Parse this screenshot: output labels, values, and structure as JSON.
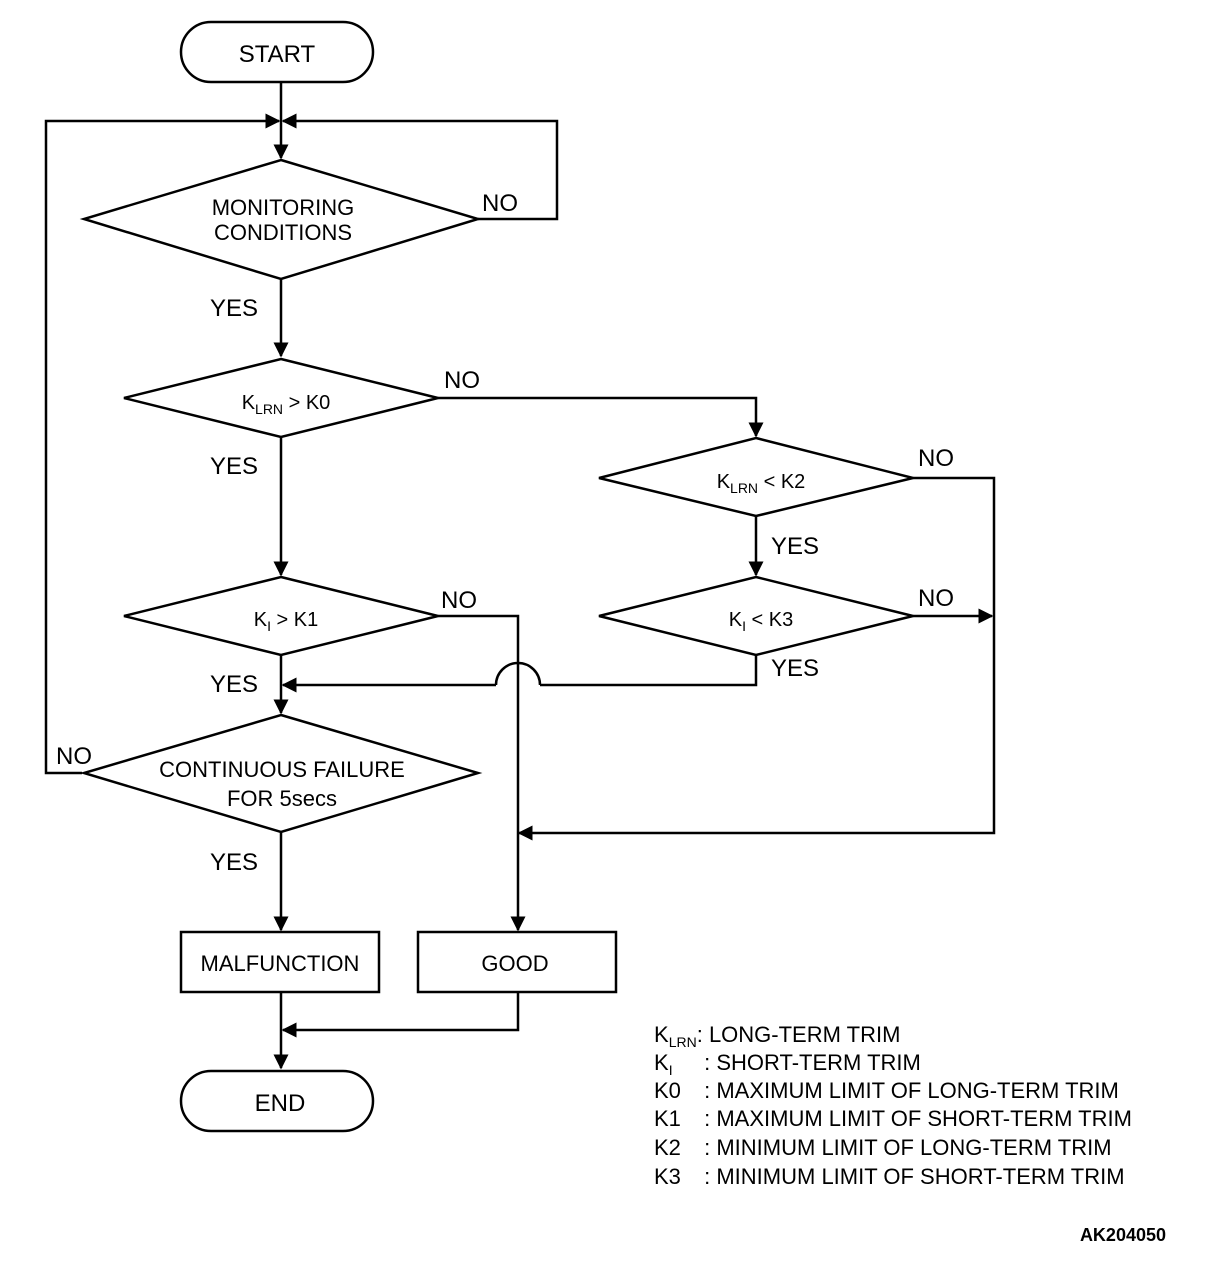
{
  "nodes": {
    "start": "START",
    "monitoring": [
      "MONITORING",
      "CONDITIONS"
    ],
    "klrn_k0": {
      "var": "K",
      "sub": "LRN",
      "rest": " > K0"
    },
    "ki_k1": {
      "var": "K",
      "sub": "I",
      "rest": " > K1"
    },
    "klrn_k2": {
      "var": "K",
      "sub": "LRN",
      "rest": " < K2"
    },
    "ki_k3": {
      "var": "K",
      "sub": "I",
      "rest": " < K3"
    },
    "continuous": [
      "CONTINUOUS FAILURE",
      "FOR 5secs"
    ],
    "malfunction": "MALFUNCTION",
    "good": "GOOD",
    "end": "END"
  },
  "labels": {
    "yes": "YES",
    "no": "NO"
  },
  "legend": [
    {
      "key": "K",
      "sub": "LRN",
      "sep": ":",
      "text": " LONG-TERM TRIM"
    },
    {
      "key": "K",
      "sub": "I",
      "sep": "   :",
      "text": " SHORT-TERM TRIM"
    },
    {
      "key": "K0",
      "sub": "",
      "sep": "  :",
      "text": " MAXIMUM LIMIT OF LONG-TERM TRIM"
    },
    {
      "key": "K1",
      "sub": "",
      "sep": "  :",
      "text": " MAXIMUM LIMIT OF SHORT-TERM TRIM"
    },
    {
      "key": "K2",
      "sub": "",
      "sep": "  :",
      "text": " MINIMUM LIMIT OF LONG-TERM TRIM"
    },
    {
      "key": "K3",
      "sub": "",
      "sep": "  :",
      "text": " MINIMUM LIMIT OF SHORT-TERM TRIM"
    }
  ],
  "code": "AK204050"
}
